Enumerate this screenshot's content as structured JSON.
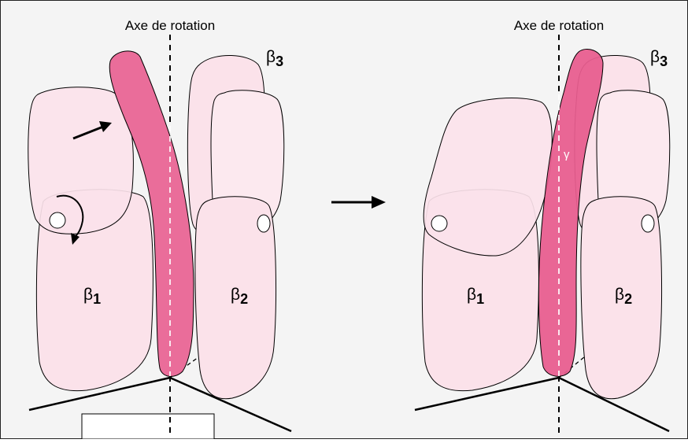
{
  "panels": {
    "left": {
      "axis_label": "Axe de rotation",
      "subunit_b1": {
        "symbol": "β",
        "index": "1"
      },
      "subunit_b2": {
        "symbol": "β",
        "index": "2"
      },
      "subunit_b3": {
        "symbol": "β",
        "index": "3"
      }
    },
    "right": {
      "axis_label": "Axe de rotation",
      "subunit_b1": {
        "symbol": "β",
        "index": "1"
      },
      "subunit_b2": {
        "symbol": "β",
        "index": "2"
      },
      "subunit_b3": {
        "symbol": "β",
        "index": "3"
      },
      "gamma_label": "γ"
    }
  },
  "colors": {
    "background": "#f4f4f4",
    "subunit_fill": "#fbe2ea",
    "subunit_fill_light": "#fce9ef",
    "gamma_fill": "#ea6d9a",
    "gamma_fill_right": "#e85c8e",
    "outline": "#000000"
  }
}
